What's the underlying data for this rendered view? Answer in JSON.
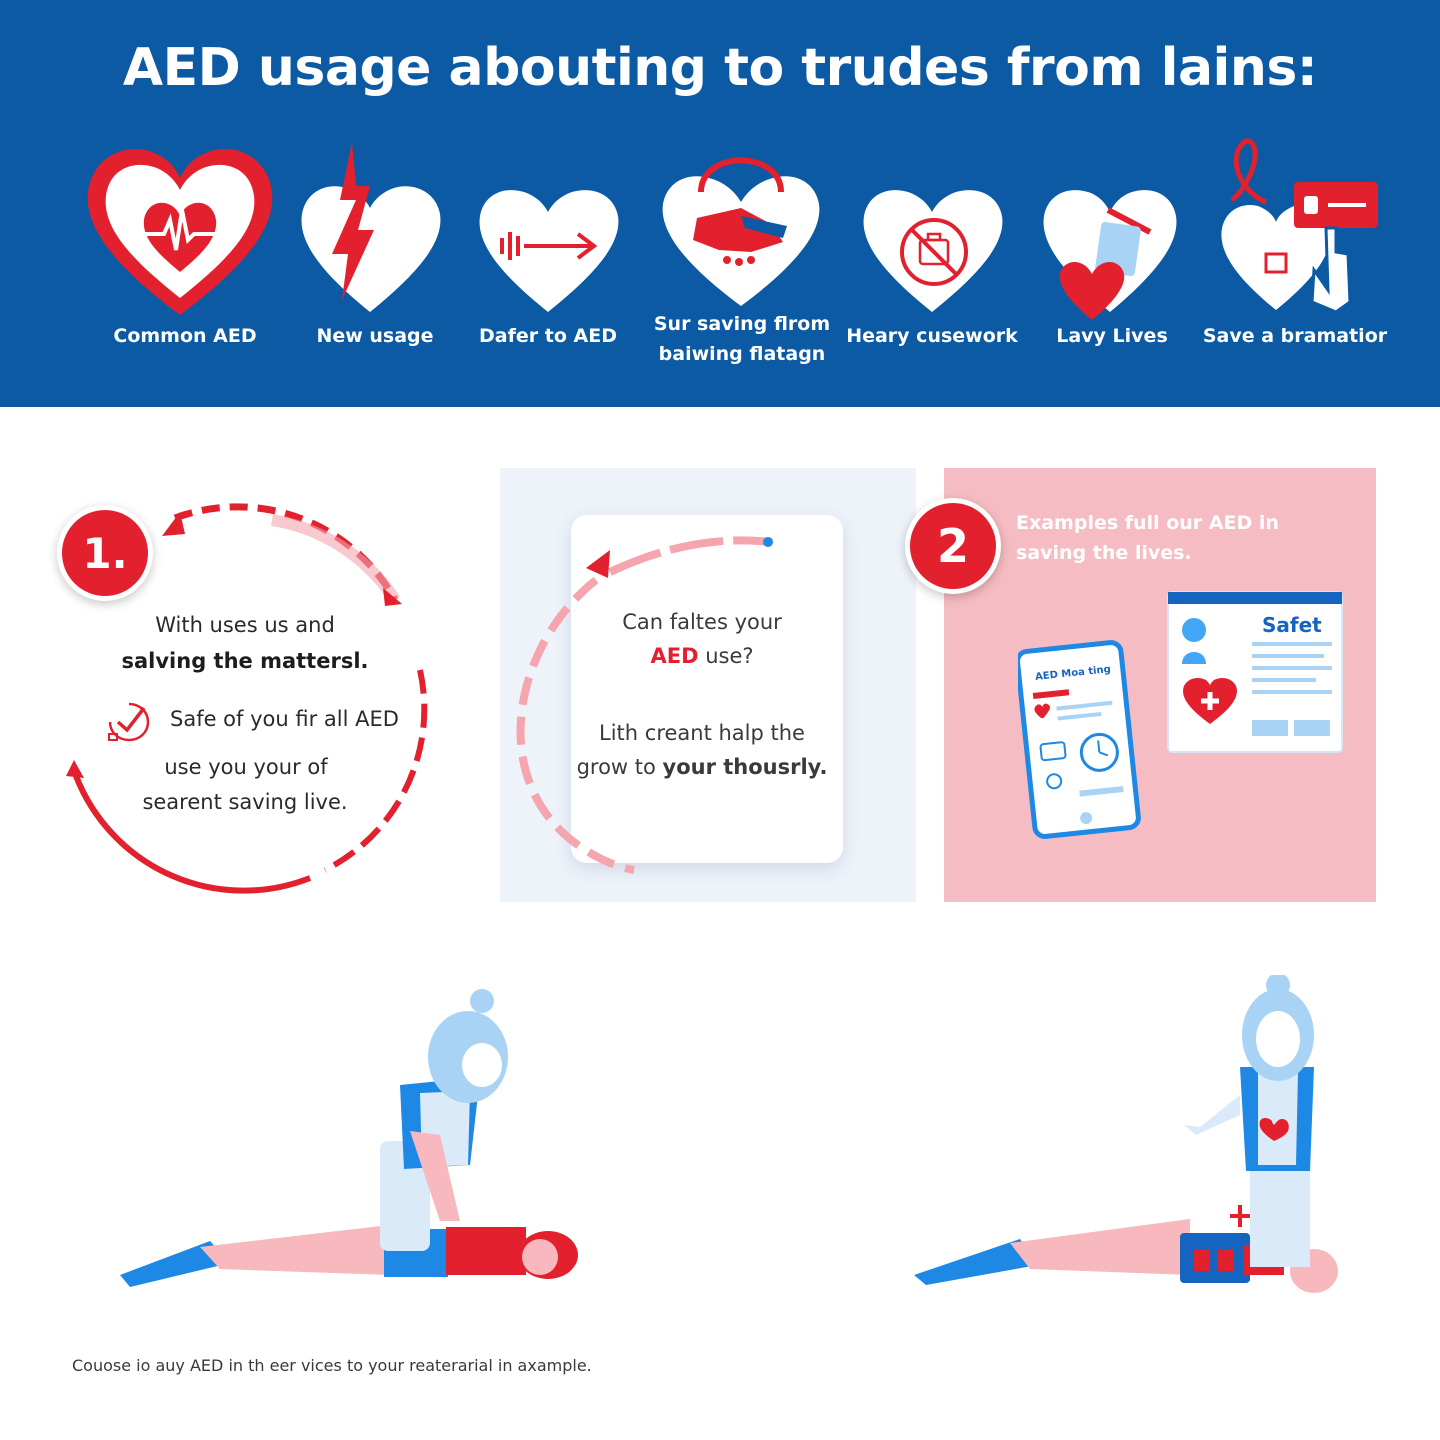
{
  "banner": {
    "title": "AED usage abouting to trudes from lains:",
    "items": [
      {
        "icon": "heartbeat-heart-icon",
        "label": "Common AED"
      },
      {
        "icon": "broken-heart-lightning-icon",
        "label": "New usage"
      },
      {
        "icon": "heart-arrow-icon",
        "label": "Dafer to AED"
      },
      {
        "icon": "handshake-heart-icon",
        "label_line1": "Sur saving flrom",
        "label_line2": "baiwing flatagn"
      },
      {
        "icon": "no-bag-heart-icon",
        "label": "Heary cusework"
      },
      {
        "icon": "heart-device-icon",
        "label": "Lavy Lives"
      },
      {
        "icon": "hand-tap-heart-icon",
        "label": "Save a bramatior"
      }
    ]
  },
  "panel1": {
    "step": "1.",
    "line1": "With uses us and",
    "line2": "salving the mattersl.",
    "check_text": "Safe of you fir all AED",
    "line3": "use you your of",
    "line4": "searent saving live."
  },
  "panel2": {
    "q_part1": "Can faltes your",
    "q_highlight": "AED",
    "q_part2": " use?",
    "line1": "Lith creant halp the",
    "line2_part1": "grow to ",
    "line2_bold": "your thousrly."
  },
  "panel3": {
    "step": "2",
    "title_line1": "Examples full our AED in",
    "title_line2": "saving the lives.",
    "phone_app_title": "AED Moa ting",
    "window_title": "Safet"
  },
  "footer": {
    "caption": "Couose io auy AED in th eer vices to your reaterarial in axample."
  },
  "colors": {
    "banner_blue": "#0b5aa3",
    "accent_red": "#e3202e",
    "pink_panel": "#f6bcc3",
    "light_blue": "#a9d3f5"
  }
}
